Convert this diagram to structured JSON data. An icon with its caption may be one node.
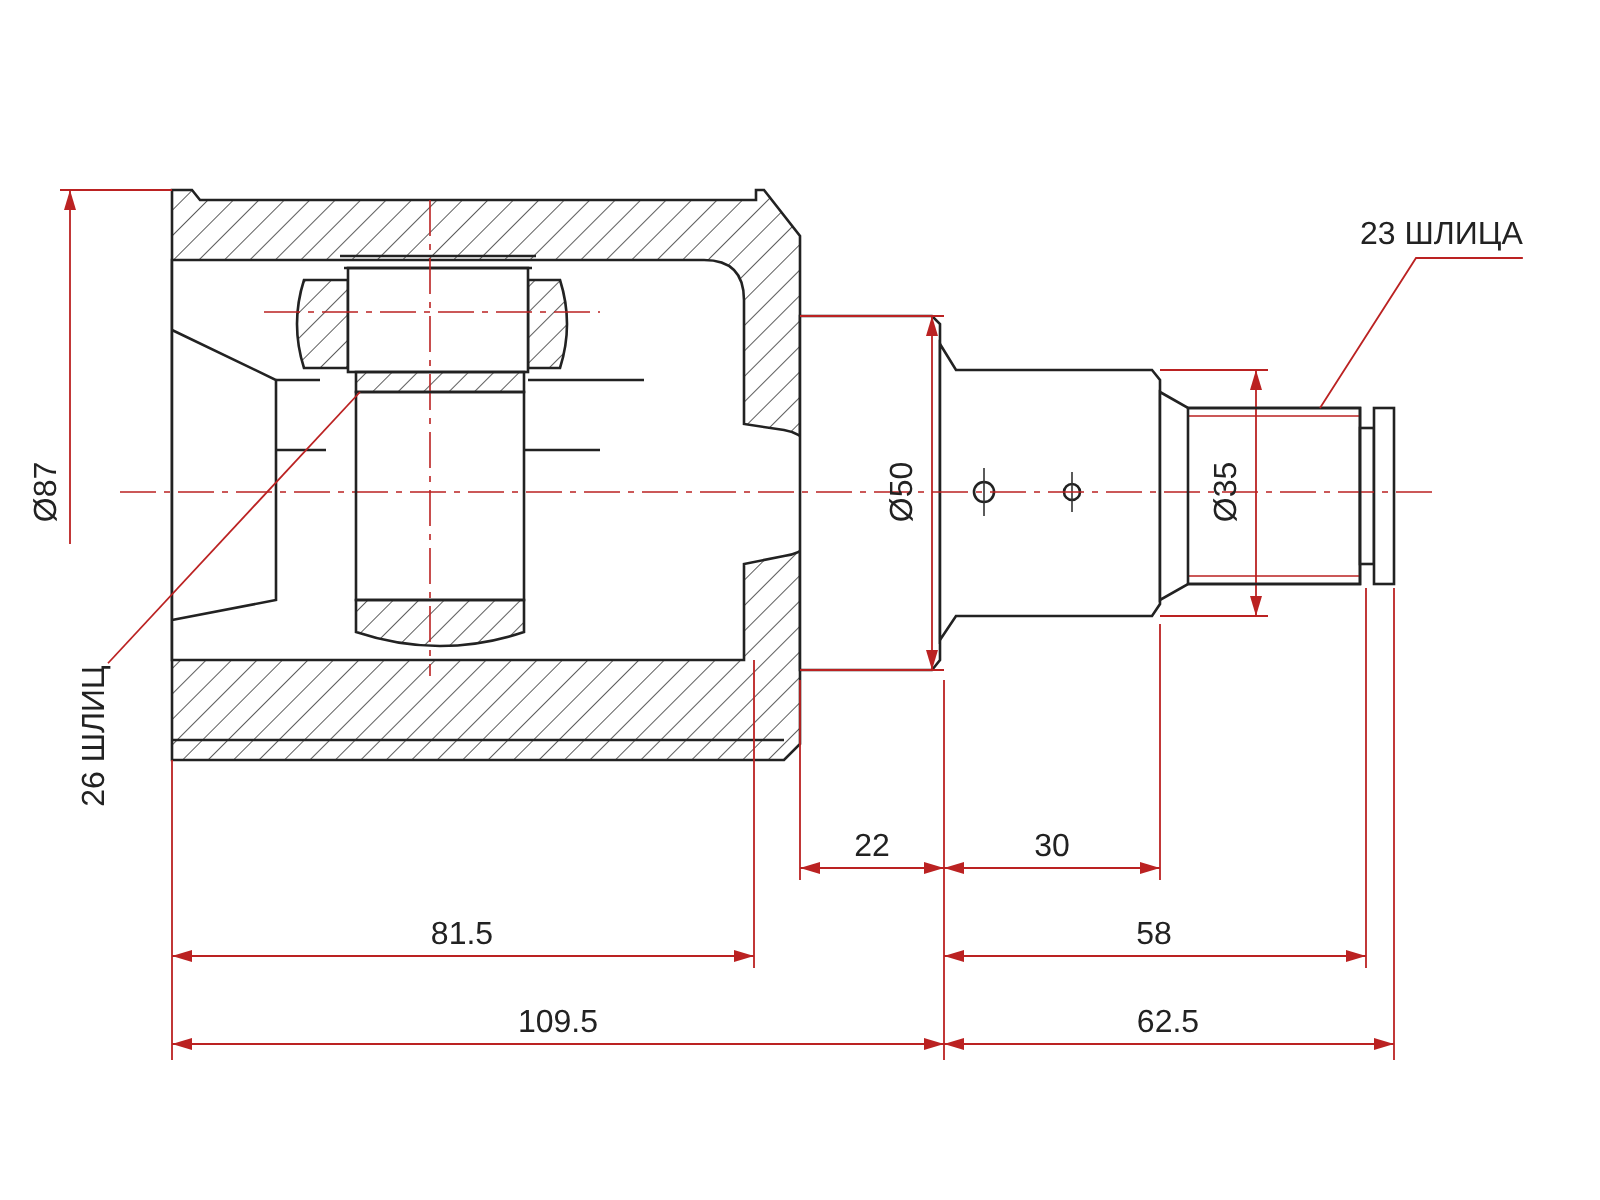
{
  "diagram": {
    "nodes": [
      {
        "text": [
          "23 ШЛИЦА"
        ]
      },
      {
        "text": [],
        "shape": "box"
      },
      {
        "text": [
          "26 ШЛИЦ"
        ]
      },
      {
        "text": [],
        "shape": "box"
      }
    ],
    "edges": [
      {
        "from": 0,
        "to": 3,
        "arrow": "none"
      },
      {
        "from": 2,
        "to": 1,
        "arrow": "none"
      }
    ],
    "labels": [
      "Ø87",
      "Ø50",
      "Ø35",
      "22",
      "30",
      "81.5",
      "58",
      "109.5",
      "62.5"
    ]
  }
}
